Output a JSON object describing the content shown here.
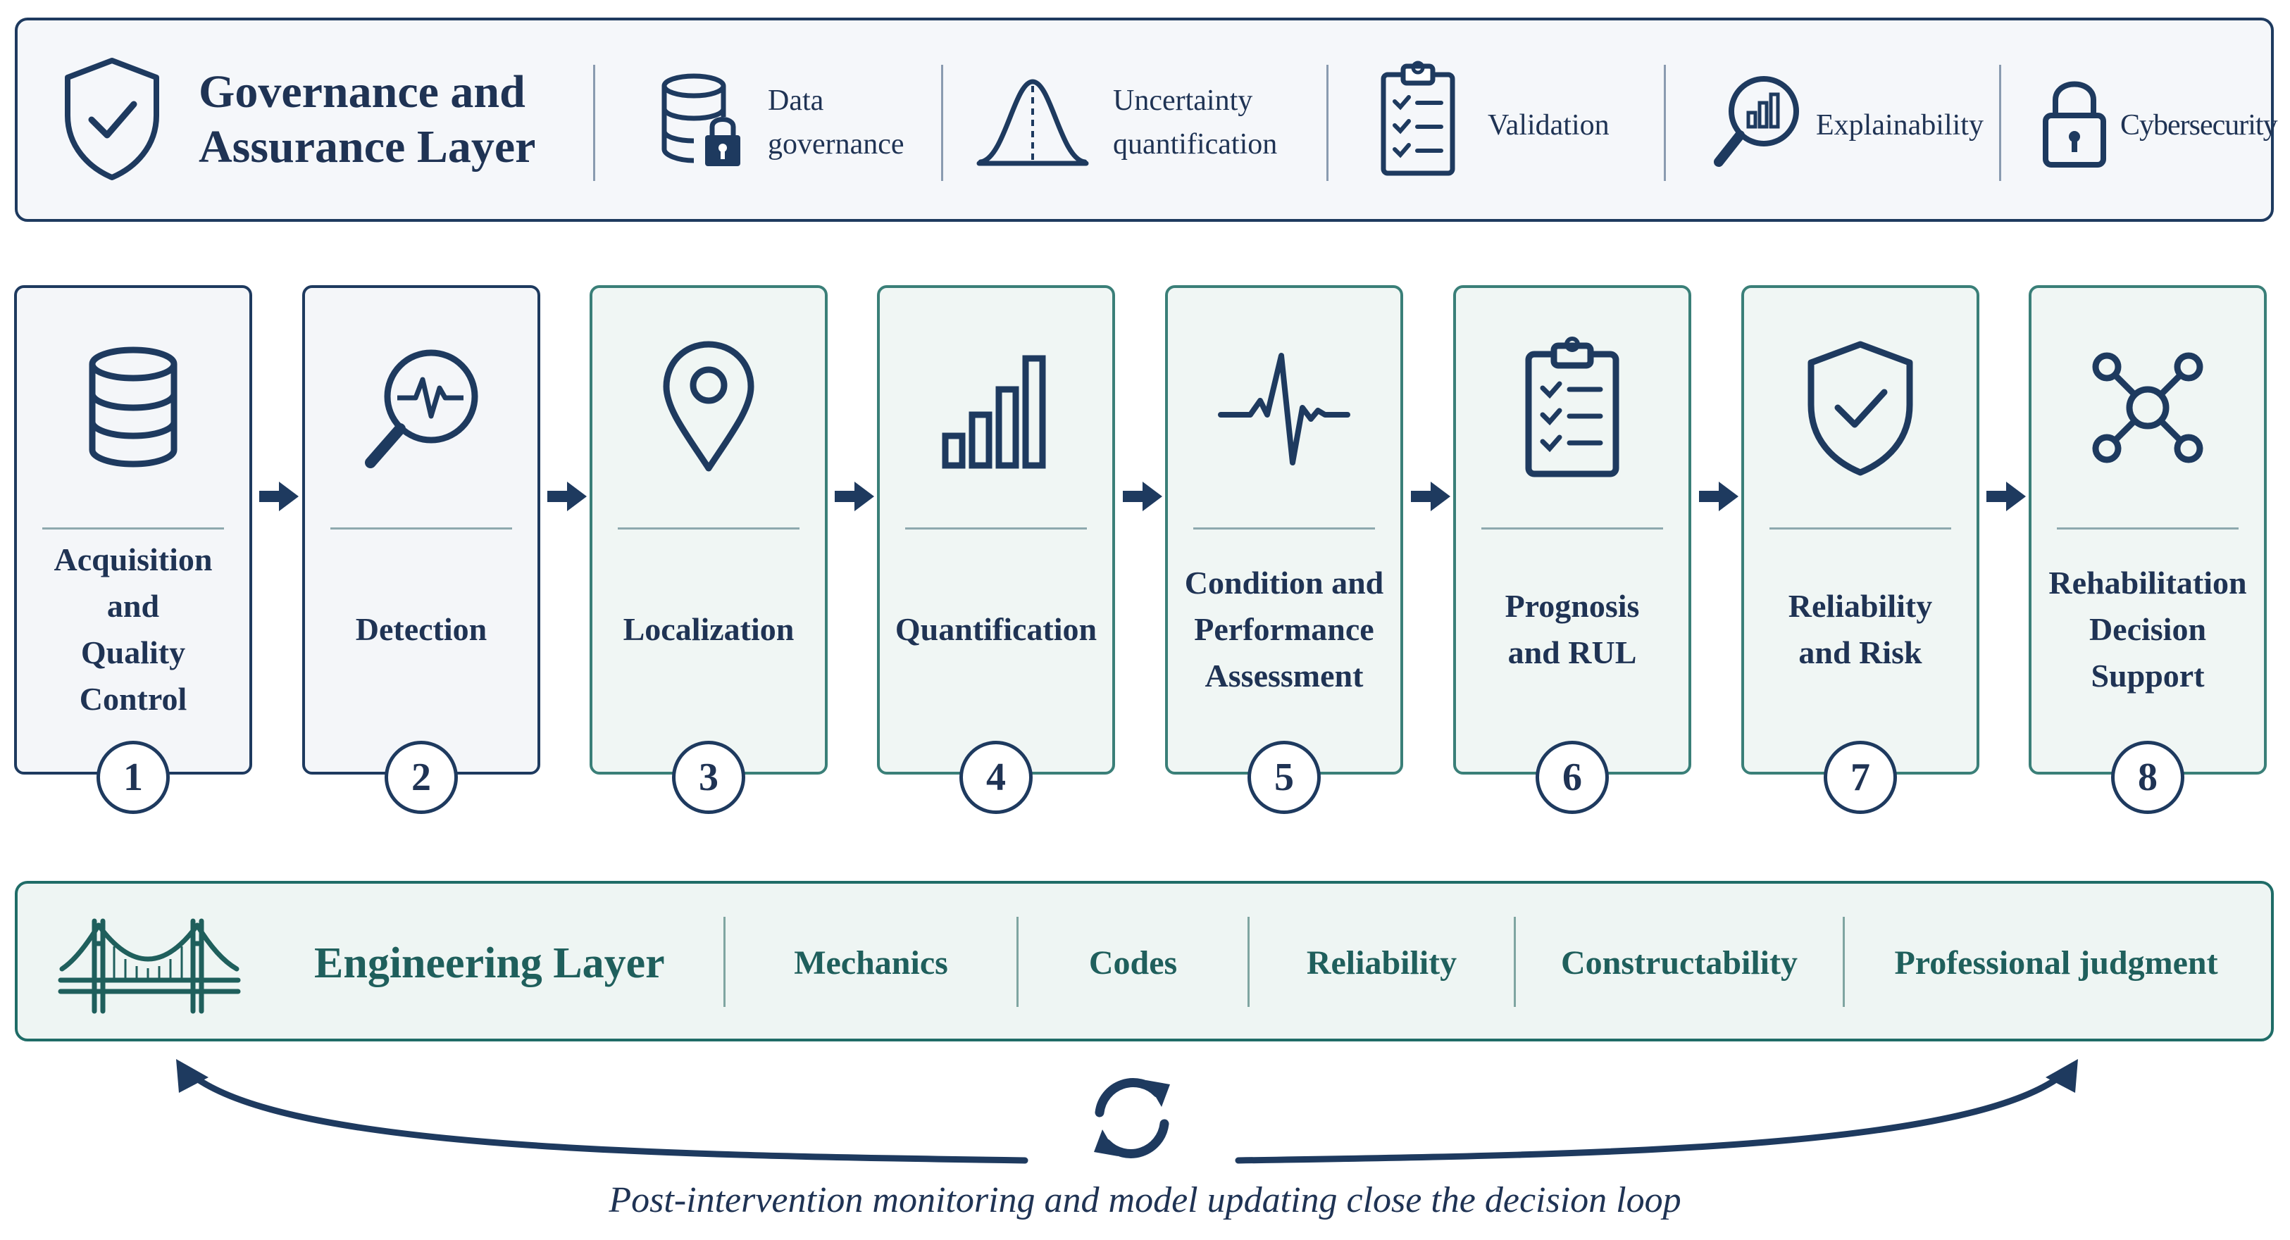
{
  "governance": {
    "title": "Governance and Assurance Layer",
    "items": [
      {
        "label": "Data governance",
        "icon": "database-lock-icon"
      },
      {
        "label": "Uncertainty quantification",
        "icon": "bell-curve-icon"
      },
      {
        "label": "Validation",
        "icon": "clipboard-checklist-icon"
      },
      {
        "label": "Explainability",
        "icon": "magnifier-chart-icon"
      },
      {
        "label": "Cybersecurity",
        "icon": "padlock-icon"
      }
    ]
  },
  "pipeline": {
    "stages": [
      {
        "number": "1",
        "label": "Acquisition and\nQuality Control",
        "icon": "database-icon"
      },
      {
        "number": "2",
        "label": "Detection",
        "icon": "magnifier-signal-icon"
      },
      {
        "number": "3",
        "label": "Localization",
        "icon": "location-pin-icon"
      },
      {
        "number": "4",
        "label": "Quantification",
        "icon": "bar-chart-icon"
      },
      {
        "number": "5",
        "label": "Condition and\nPerformance\nAssessment",
        "icon": "pulse-icon"
      },
      {
        "number": "6",
        "label": "Prognosis\nand RUL",
        "icon": "clipboard-checklist-icon"
      },
      {
        "number": "7",
        "label": "Reliability\nand Risk",
        "icon": "shield-check-icon"
      },
      {
        "number": "8",
        "label": "Rehabilitation\nDecision\nSupport",
        "icon": "network-nodes-icon"
      }
    ]
  },
  "engineering": {
    "title": "Engineering Layer",
    "icon": "suspension-bridge-icon",
    "items": [
      "Mechanics",
      "Codes",
      "Reliability",
      "Constructability",
      "Professional judgment"
    ]
  },
  "loop": {
    "caption": "Post-intervention monitoring and model updating close the decision loop",
    "icon": "refresh-cycle-icon"
  },
  "colors": {
    "navy": "#1e3a5f",
    "teal": "#1f6c67",
    "panel_background": "#f5f7fa"
  }
}
